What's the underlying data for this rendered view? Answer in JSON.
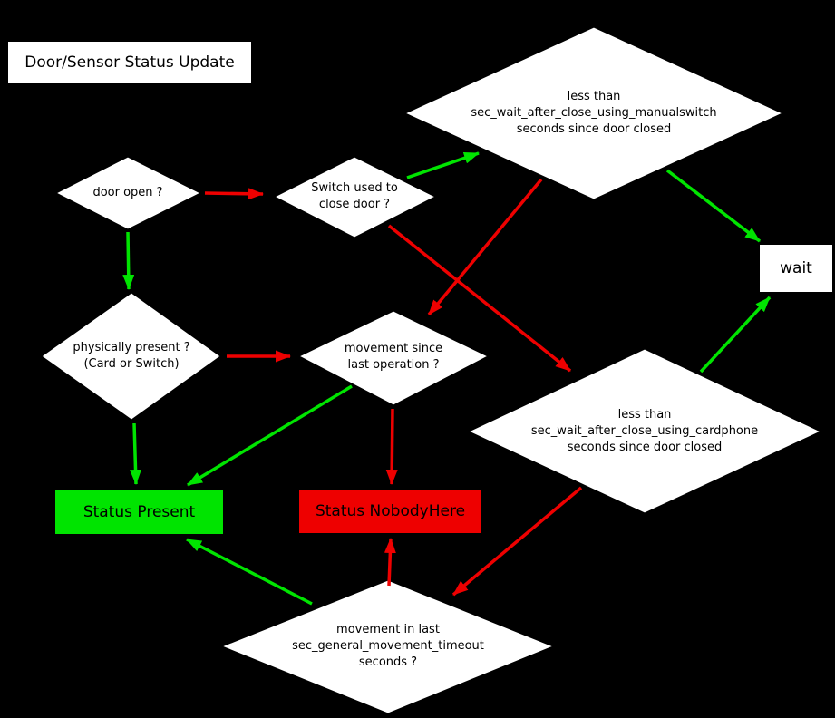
{
  "colors": {
    "green": "#00e400",
    "red": "#ee0000",
    "node_fill": "#ffffff",
    "node_border": "#000000",
    "background": "#000000",
    "text": "#000000"
  },
  "title": {
    "label": "Door/Sensor Status Update"
  },
  "nodes": {
    "door_open": {
      "label": "door open ?",
      "shape": "diamond"
    },
    "switch_used": {
      "label": "Switch used to\nclose door ?",
      "shape": "diamond"
    },
    "manualswitch_wait": {
      "label": "less than\nsec_wait_after_close_using_manualswitch\nseconds since door closed",
      "shape": "diamond"
    },
    "wait": {
      "label": "wait",
      "shape": "box"
    },
    "physically_present": {
      "label": "physically present ?\n(Card or Switch)",
      "shape": "diamond"
    },
    "movement_since": {
      "label": "movement since\nlast operation ?",
      "shape": "diamond"
    },
    "cardphone_wait": {
      "label": "less than\nsec_wait_after_close_using_cardphone\nseconds since door closed",
      "shape": "diamond"
    },
    "status_present": {
      "label": "Status Present",
      "shape": "box",
      "fill": "#00e400"
    },
    "status_nobodyhere": {
      "label": "Status NobodyHere",
      "shape": "box",
      "fill": "#ee0000"
    },
    "movement_timeout": {
      "label": "movement in last\nsec_general_movement_timeout\nseconds ?",
      "shape": "diamond"
    }
  },
  "edges": [
    {
      "from": "door_open",
      "to": "switch_used",
      "color": "#ee0000"
    },
    {
      "from": "door_open",
      "to": "physically_present",
      "color": "#00e400"
    },
    {
      "from": "switch_used",
      "to": "manualswitch_wait",
      "color": "#00e400"
    },
    {
      "from": "switch_used",
      "to": "cardphone_wait",
      "color": "#ee0000"
    },
    {
      "from": "manualswitch_wait",
      "to": "movement_since",
      "color": "#ee0000"
    },
    {
      "from": "manualswitch_wait",
      "to": "wait",
      "color": "#00e400"
    },
    {
      "from": "cardphone_wait",
      "to": "wait",
      "color": "#00e400"
    },
    {
      "from": "physically_present",
      "to": "movement_since",
      "color": "#ee0000"
    },
    {
      "from": "physically_present",
      "to": "status_present",
      "color": "#00e400"
    },
    {
      "from": "movement_since",
      "to": "status_present",
      "color": "#00e400"
    },
    {
      "from": "movement_since",
      "to": "status_nobodyhere",
      "color": "#ee0000"
    },
    {
      "from": "cardphone_wait",
      "to": "movement_timeout",
      "color": "#ee0000"
    },
    {
      "from": "movement_timeout",
      "to": "status_nobodyhere",
      "color": "#ee0000"
    },
    {
      "from": "movement_timeout",
      "to": "status_present",
      "color": "#00e400"
    }
  ]
}
